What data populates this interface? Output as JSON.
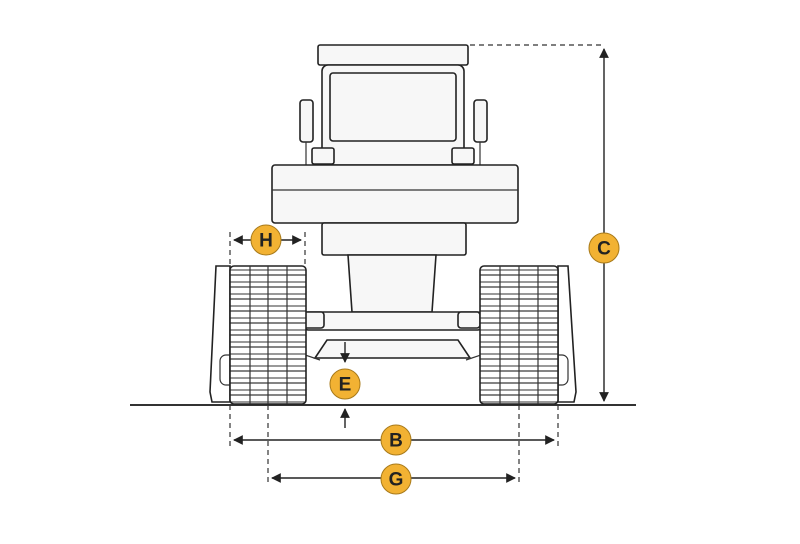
{
  "labels": {
    "b": "B",
    "c": "C",
    "e": "E",
    "g": "G",
    "h": "H"
  },
  "colors": {
    "badge_fill": "#f2b233",
    "line": "#222222",
    "machine_fill": "#f7f7f7"
  }
}
